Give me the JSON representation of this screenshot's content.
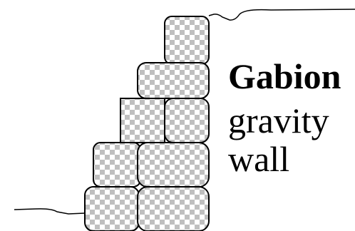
{
  "caption": {
    "title": "Gabion",
    "line2": "gravity",
    "line3": "wall"
  },
  "colors": {
    "outline": "#000000",
    "checker_light": "#ffffff",
    "checker_dark": "#bfbfbf",
    "background": "#ffffff"
  },
  "icons": {
    "gabion_block": "checkered-rounded-square",
    "ground_line": "wavy-line"
  }
}
